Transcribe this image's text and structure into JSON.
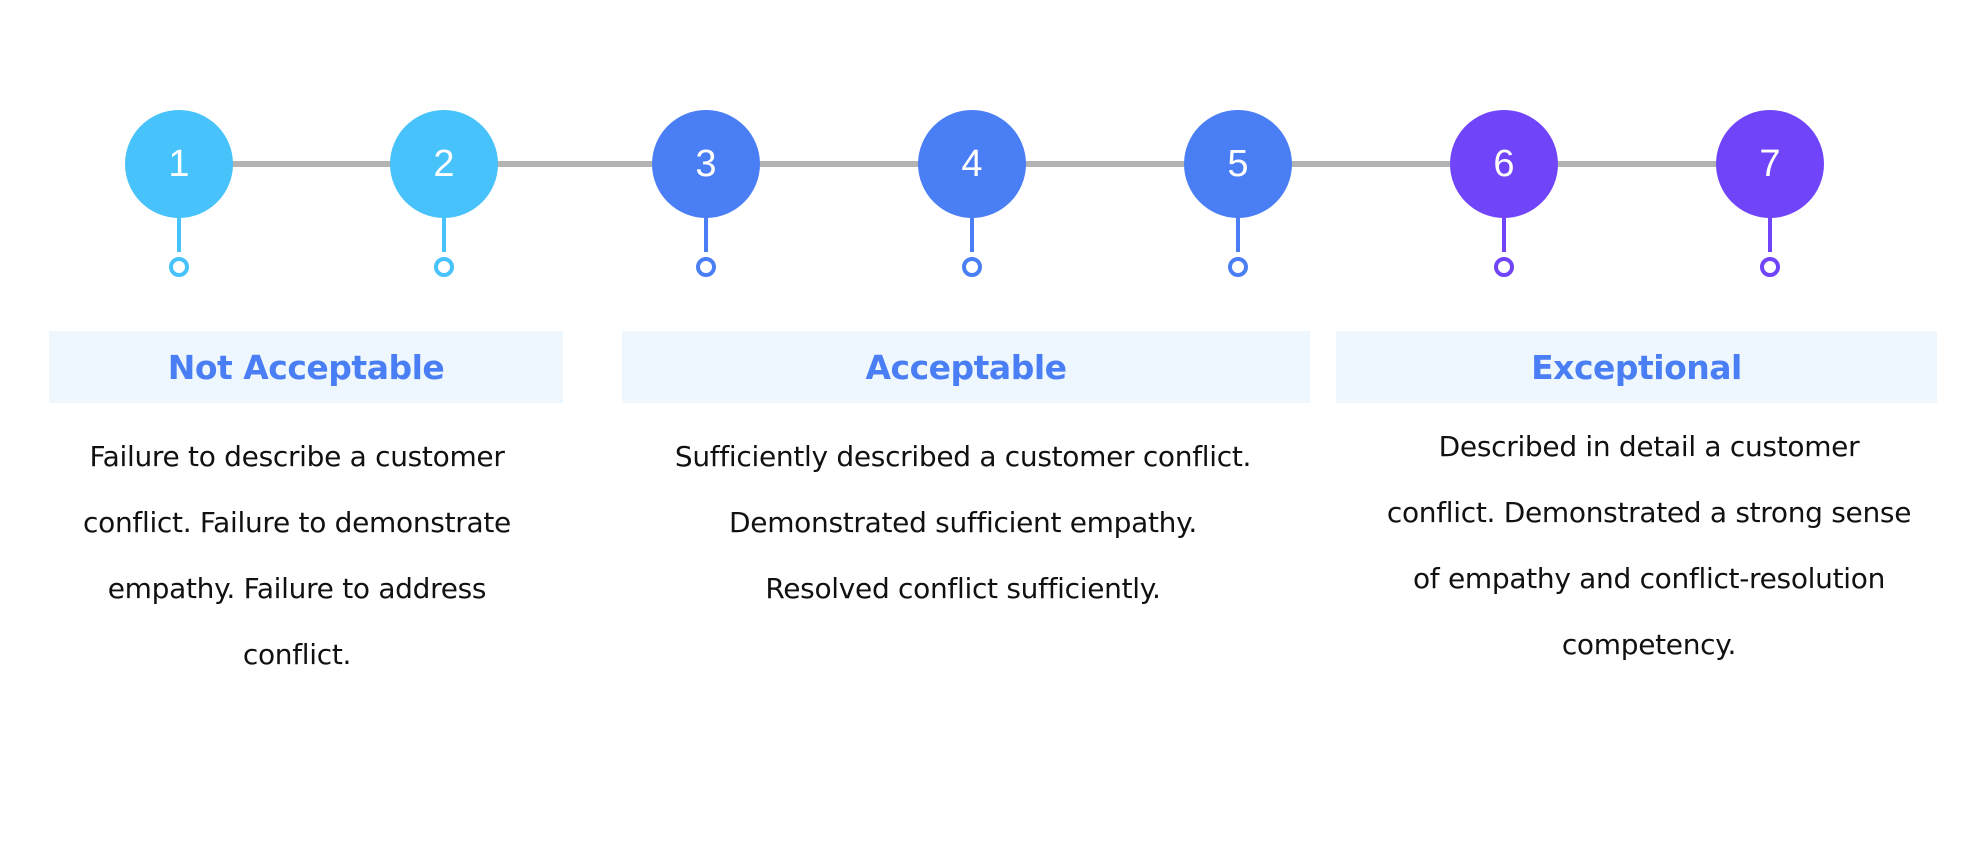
{
  "rating_scale": {
    "colors": {
      "light_blue": "#47c2fb",
      "blue": "#4a7ef5",
      "purple": "#7045fa",
      "line_gray": "#b3b3b3",
      "band_bg": "#eef7fd"
    },
    "points": [
      {
        "label": "1",
        "color": "#47c2fb"
      },
      {
        "label": "2",
        "color": "#47c2fb"
      },
      {
        "label": "3",
        "color": "#4a7ef5"
      },
      {
        "label": "4",
        "color": "#4a7ef5"
      },
      {
        "label": "5",
        "color": "#4a7ef5"
      },
      {
        "label": "6",
        "color": "#7045fa"
      },
      {
        "label": "7",
        "color": "#7045fa"
      }
    ]
  },
  "categories": [
    {
      "title": "Not Acceptable",
      "lines": [
        "Failure to describe a customer",
        "conflict. Failure to demonstrate",
        "empathy. Failure to address",
        "conflict."
      ]
    },
    {
      "title": "Acceptable",
      "lines": [
        "Sufficiently described a customer conflict.",
        "Demonstrated sufficient empathy.",
        "Resolved conflict sufficiently."
      ]
    },
    {
      "title": "Exceptional",
      "lines": [
        "Described in detail a customer",
        "conflict. Demonstrated a strong sense",
        "of empathy and conflict-resolution",
        "competency."
      ]
    }
  ]
}
